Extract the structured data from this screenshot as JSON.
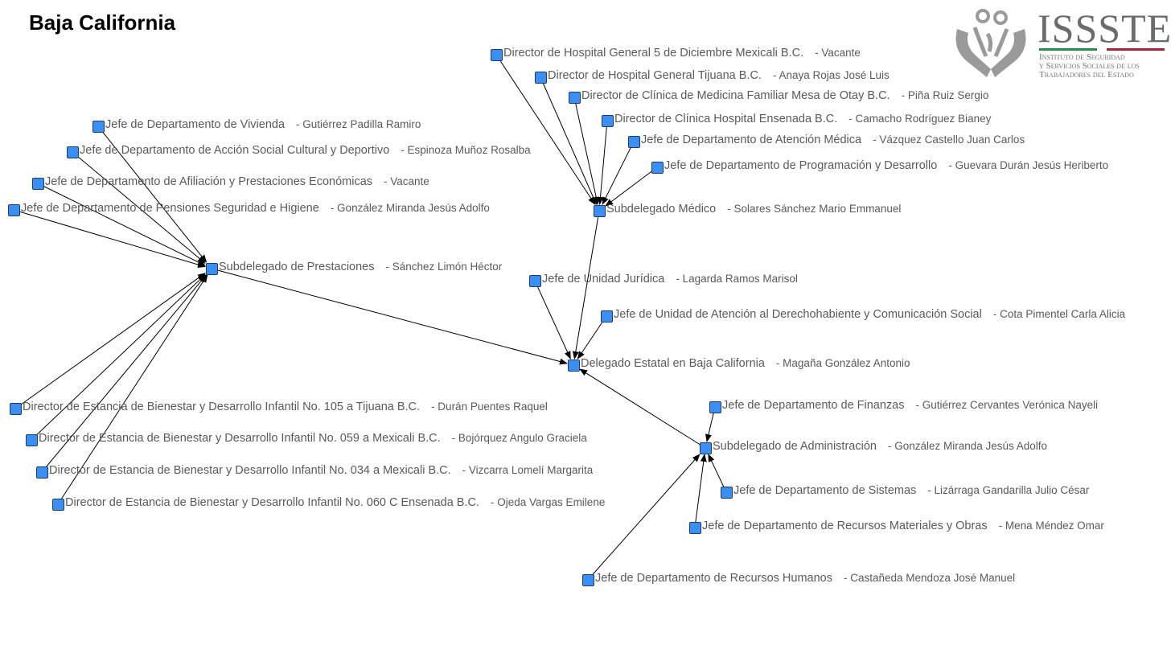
{
  "title": "Baja California",
  "logo": {
    "brand": "ISSSTE",
    "subtitle_lines": [
      "Instituto de Seguridad",
      "y Servicios Sociales de los",
      "Trabajadores del Estado"
    ],
    "colors": {
      "green": "#2e8b46",
      "red": "#a8223c"
    }
  },
  "node_color": "#3b8ef2",
  "nodes": [
    {
      "id": "del",
      "title": "Delegado Estatal en Baja California",
      "name": "Magaña González Antonio"
    },
    {
      "id": "sp",
      "title": "Subdelegado de Prestaciones",
      "name": "Sánchez Limón Héctor",
      "parent": "del"
    },
    {
      "id": "sm",
      "title": "Subdelegado Médico",
      "name": "Solares Sánchez Mario Emmanuel",
      "parent": "del"
    },
    {
      "id": "sa",
      "title": "Subdelegado de Administración",
      "name": "González Miranda Jesús Adolfo",
      "parent": "del"
    },
    {
      "id": "uj",
      "title": "Jefe de Unidad Jurídica",
      "name": "Lagarda Ramos Marisol",
      "parent": "del"
    },
    {
      "id": "ua",
      "title": "Jefe de Unidad de Atención al Derechohabiente y Comunicación Social",
      "name": "Cota Pimentel Carla Alicia",
      "parent": "del"
    },
    {
      "id": "p1",
      "title": "Jefe de Departamento de Vivienda",
      "name": "Gutiérrez Padilla Ramiro",
      "parent": "sp"
    },
    {
      "id": "p2",
      "title": "Jefe de Departamento de Acción Social Cultural y Deportivo",
      "name": "Espinoza Muñoz Rosalba",
      "parent": "sp"
    },
    {
      "id": "p3",
      "title": "Jefe de Departamento de Afiliación y Prestaciones Económicas",
      "name": "Vacante",
      "parent": "sp"
    },
    {
      "id": "p4",
      "title": "Jefe de Departamento de Pensiones Seguridad e Higiene",
      "name": "González Miranda Jesús Adolfo",
      "parent": "sp"
    },
    {
      "id": "p5",
      "title": "Director de Estancia de Bienestar y Desarrollo Infantil No. 105 a Tijuana B.C.",
      "name": "Durán Puentes Raquel",
      "parent": "sp"
    },
    {
      "id": "p6",
      "title": "Director de Estancia de Bienestar y Desarrollo Infantil No. 059 a Mexicali B.C.",
      "name": "Bojórquez Angulo Graciela",
      "parent": "sp"
    },
    {
      "id": "p7",
      "title": "Director de Estancia de Bienestar y Desarrollo Infantil No. 034 a Mexicali B.C.",
      "name": "Vizcarra Lomelí Margarita",
      "parent": "sp"
    },
    {
      "id": "p8",
      "title": "Director de Estancia de Bienestar y Desarrollo Infantil No. 060 C Ensenada B.C.",
      "name": "Ojeda Vargas Emilene",
      "parent": "sp"
    },
    {
      "id": "m1",
      "title": "Director de Hospital General 5 de Diciembre Mexicali B.C.",
      "name": "Vacante",
      "parent": "sm"
    },
    {
      "id": "m2",
      "title": "Director de Hospital General Tijuana B.C.",
      "name": "Anaya Rojas José Luis",
      "parent": "sm"
    },
    {
      "id": "m3",
      "title": "Director de Clínica de Medicina Familiar Mesa de Otay B.C.",
      "name": "Piña Ruiz Sergio",
      "parent": "sm"
    },
    {
      "id": "m4",
      "title": "Director de Clínica Hospital Ensenada B.C.",
      "name": "Camacho Rodríguez Bianey",
      "parent": "sm"
    },
    {
      "id": "m5",
      "title": "Jefe de Departamento de Atención Médica",
      "name": "Vázquez Castello Juan Carlos",
      "parent": "sm"
    },
    {
      "id": "m6",
      "title": "Jefe de Departamento de Programación y Desarrollo",
      "name": "Guevara Durán Jesús Heriberto",
      "parent": "sm"
    },
    {
      "id": "a1",
      "title": "Jefe de Departamento de Finanzas",
      "name": "Gutiérrez Cervantes Verónica Nayeli",
      "parent": "sa"
    },
    {
      "id": "a2",
      "title": "Jefe de Departamento de Sistemas",
      "name": "Lizárraga Gandarilla Julio César",
      "parent": "sa"
    },
    {
      "id": "a3",
      "title": "Jefe de Departamento de Recursos Materiales y Obras",
      "name": "Mena Méndez Omar",
      "parent": "sa"
    },
    {
      "id": "a4",
      "title": "Jefe de Departamento de Recursos Humanos",
      "name": "Castañeda Mendoza José Manuel",
      "parent": "sa"
    }
  ]
}
